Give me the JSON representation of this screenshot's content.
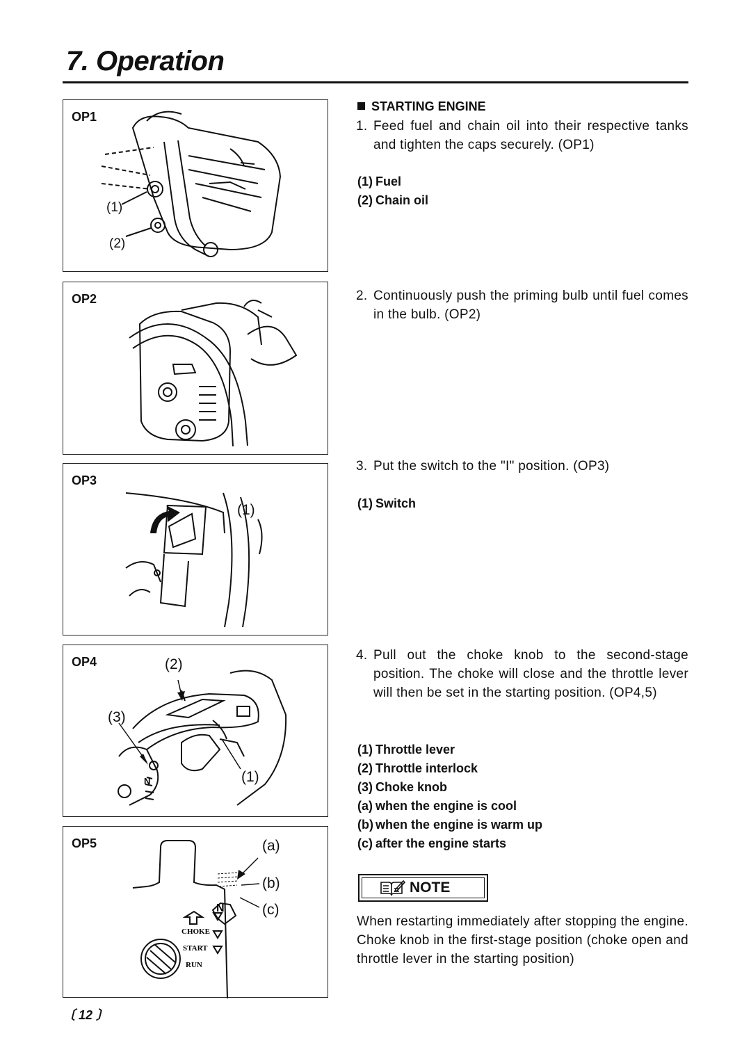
{
  "header": {
    "title": "7. Operation"
  },
  "figures": {
    "op1": {
      "label": "OP1",
      "callouts": [
        "(1)",
        "(2)"
      ]
    },
    "op2": {
      "label": "OP2"
    },
    "op3": {
      "label": "OP3",
      "callouts": [
        "(1)"
      ]
    },
    "op4": {
      "label": "OP4",
      "callouts": [
        "(2)",
        "(3)",
        "(1)"
      ]
    },
    "op5": {
      "label": "OP5",
      "callouts": [
        "(a)",
        "(b)",
        "(c)"
      ],
      "marks": [
        "CHOKE",
        "START",
        "RUN"
      ]
    }
  },
  "section": {
    "title": "STARTING ENGINE"
  },
  "steps": [
    {
      "num": "1.",
      "text": "Feed fuel and chain oil into their respective tanks and tighten the caps securely. (OP1)"
    },
    {
      "num": "2.",
      "text": "Continuously push the priming bulb until fuel comes in the bulb. (OP2)"
    },
    {
      "num": "3.",
      "text": "Put the switch to the \"I\" position. (OP3)"
    },
    {
      "num": "4.",
      "text": "Pull out the choke knob to the second-stage position. The choke will close and the throttle lever will then be set in the starting position. (OP4,5)"
    }
  ],
  "legend1": [
    {
      "key": "(1)",
      "label": "Fuel"
    },
    {
      "key": "(2)",
      "label": "Chain oil"
    }
  ],
  "legend3": [
    {
      "key": "(1)",
      "label": "Switch"
    }
  ],
  "legend4": [
    {
      "key": "(1)",
      "label": "Throttle lever"
    },
    {
      "key": "(2)",
      "label": "Throttle interlock"
    },
    {
      "key": "(3)",
      "label": "Choke knob"
    },
    {
      "key": "(a)",
      "label": "when the engine is cool"
    },
    {
      "key": "(b)",
      "label": "when the engine is warm up"
    },
    {
      "key": "(c)",
      "label": "after the engine starts"
    }
  ],
  "note": {
    "label": "NOTE",
    "text": "When restarting immediately after stopping the engine. Choke knob in the first-stage position (choke open and throttle lever in the starting position)"
  },
  "footer": {
    "page": "〔 12 〕"
  }
}
